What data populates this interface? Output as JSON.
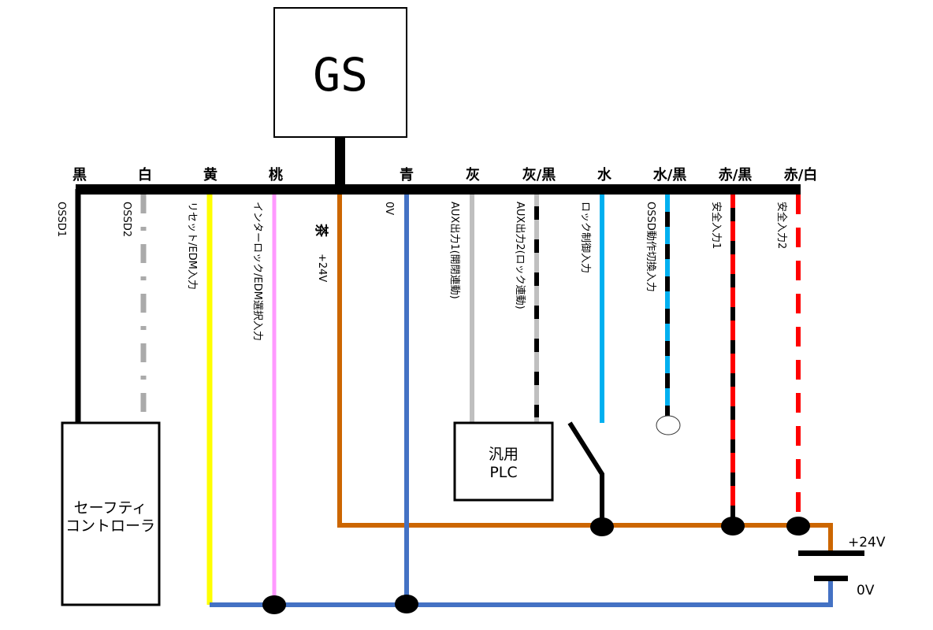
{
  "device": {
    "label": "GS"
  },
  "wires": [
    {
      "id": "black",
      "color_label": "黒",
      "function": "OSSD1",
      "colors": [
        "#000000"
      ]
    },
    {
      "id": "white",
      "color_label": "白",
      "function": "OSSD2",
      "colors": [
        "#aaaaaa"
      ]
    },
    {
      "id": "yellow",
      "color_label": "黄",
      "function": "リセット/EDM入力",
      "colors": [
        "#ffff00"
      ]
    },
    {
      "id": "pink",
      "color_label": "桃",
      "function": "インターロック/EDM選択入力",
      "colors": [
        "#ff99ff"
      ]
    },
    {
      "id": "brown",
      "color_label": "茶",
      "function": "+24V",
      "colors": [
        "#cc6600"
      ]
    },
    {
      "id": "blue",
      "color_label": "青",
      "function": "0V",
      "colors": [
        "#4472c4"
      ]
    },
    {
      "id": "gray",
      "color_label": "灰",
      "function": "AUX出力1(開閉連動)",
      "colors": [
        "#bfbfbf"
      ]
    },
    {
      "id": "gray-black",
      "color_label": "灰/黒",
      "function": "AUX出力2(ロック連動)",
      "colors": [
        "#bfbfbf",
        "#000000"
      ]
    },
    {
      "id": "lightblue",
      "color_label": "水",
      "function": "ロック制御入力",
      "colors": [
        "#00b0f0"
      ]
    },
    {
      "id": "lightblue-black",
      "color_label": "水/黒",
      "function": "OSSD動作切換入力",
      "colors": [
        "#00b0f0",
        "#000000"
      ]
    },
    {
      "id": "red-black",
      "color_label": "赤/黒",
      "function": "安全入力1",
      "colors": [
        "#ff0000",
        "#000000"
      ]
    },
    {
      "id": "red-white",
      "color_label": "赤/白",
      "function": "安全入力2",
      "colors": [
        "#ff0000",
        "#ffffff"
      ]
    }
  ],
  "components": {
    "safety_controller": {
      "line1": "セーフティ",
      "line2": "コントローラ"
    },
    "plc": {
      "line1": "汎用",
      "line2": "PLC"
    }
  },
  "power": {
    "plus_label": "+24V",
    "zero_label": "0V"
  }
}
